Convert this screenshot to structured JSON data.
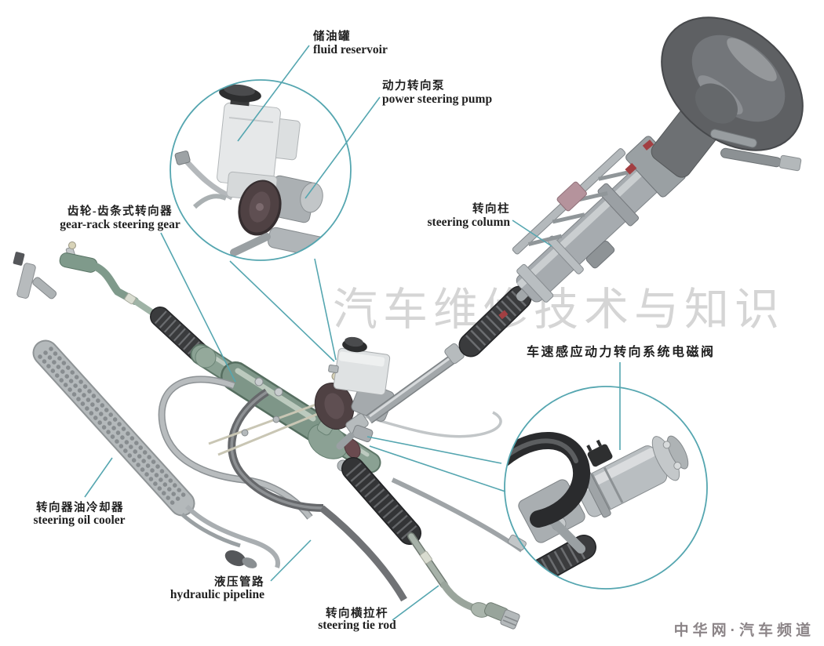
{
  "figure": {
    "watermark": "汽车维修技术与知识",
    "footer": "中华网·汽车频道"
  },
  "labels": {
    "fluid_reservoir": {
      "zh": "储油罐",
      "en": "fluid reservoir"
    },
    "power_steering_pump": {
      "zh": "动力转向泵",
      "en": "power steering pump"
    },
    "gear_rack_steering_gear": {
      "zh": "齿轮-齿条式转向器",
      "en": "gear-rack steering gear"
    },
    "steering_column": {
      "zh": "转向柱",
      "en": "steering column"
    },
    "speed_sensing_solenoid": {
      "zh": "车速感应动力转向系统电磁阀"
    },
    "steering_oil_cooler": {
      "zh": "转向器油冷却器",
      "en": "steering oil cooler"
    },
    "hydraulic_pipeline": {
      "zh": "液压管路",
      "en": "hydraulic pipeline"
    },
    "steering_tie_rod": {
      "zh": "转向横拉杆",
      "en": "steering tie rod"
    }
  },
  "colors": {
    "leader_teal": "#55a6b0",
    "label_text": "#1f1f1f",
    "watermark_gray": "#d5d5d5",
    "footer_gray": "#8c8588",
    "machine_green": "#87a093",
    "machine_silver": "#aab0b3",
    "boot_dark": "#3a3b3d",
    "pulley_brown": "#4f4143"
  }
}
